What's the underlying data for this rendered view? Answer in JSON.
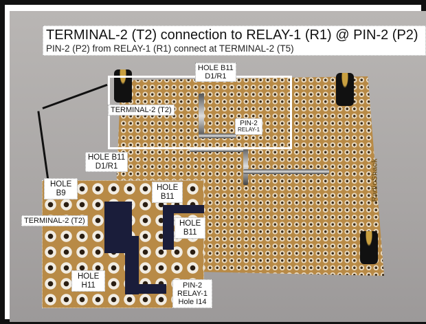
{
  "caption": {
    "title": "TERMINAL-2 (T2) connection to RELAY-1 (R1) @ PIN-2 (P2)",
    "subtitle": "PIN-2 (P2) from RELAY-1 (R1) connect at TERMINAL-2 (T5)"
  },
  "board_brand": "RadioShack",
  "main_labels": {
    "hole_b11_d1r1": [
      "HOLE B11",
      "D1/R1"
    ],
    "terminal_2": "TERMINAL-2 (T2)",
    "pin_2": [
      "PIN-2",
      "RELAY-1"
    ]
  },
  "inset_labels": {
    "hole_b11_d1r1": [
      "HOLE B11",
      "D1/R1"
    ],
    "hole_b9": [
      "HOLE",
      "B9"
    ],
    "hole_b11_a": [
      "HOLE",
      "B11"
    ],
    "terminal_2": "TERMINAL-2 (T2)",
    "hole_b11_b": [
      "HOLE",
      "B11"
    ],
    "hole_h11": [
      "HOLE",
      "H11"
    ],
    "pin_2": [
      "PIN-2",
      "RELAY-1",
      "Hole I14"
    ]
  }
}
